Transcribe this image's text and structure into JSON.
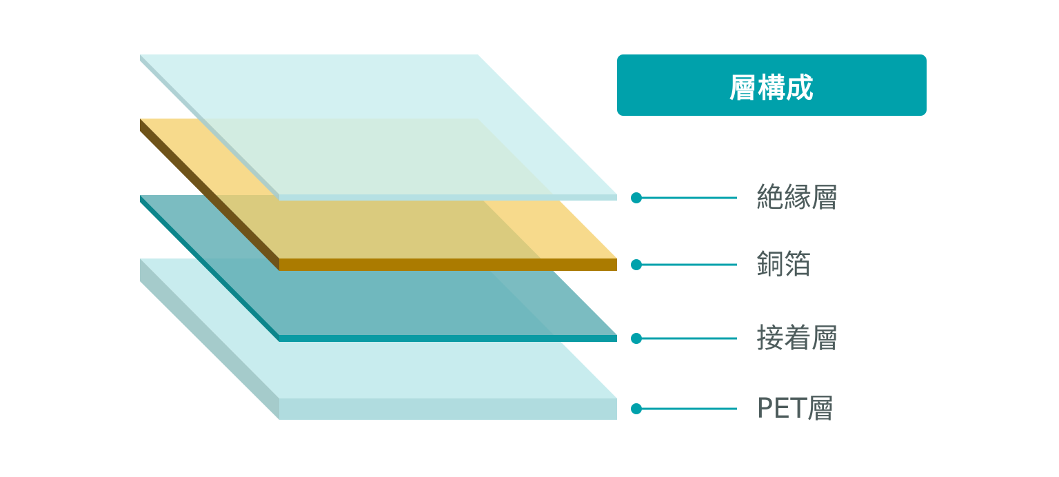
{
  "title": "層構成",
  "layers": [
    {
      "label": "絶縁層"
    },
    {
      "label": "銅箔"
    },
    {
      "label": "接着層"
    },
    {
      "label": "PET層"
    }
  ],
  "colors": {
    "accent": "#00a1ab",
    "label_text": "#4d5c5c",
    "insulation_top": "#cbeef0",
    "copper_top": "#f5cf6c",
    "copper_edge": "#ab7b00",
    "adhesive_top": "#5aabb1",
    "adhesive_edge": "#0a9aa3",
    "pet_top": "#c8ecee",
    "pet_edge": "#b0dcdf"
  }
}
